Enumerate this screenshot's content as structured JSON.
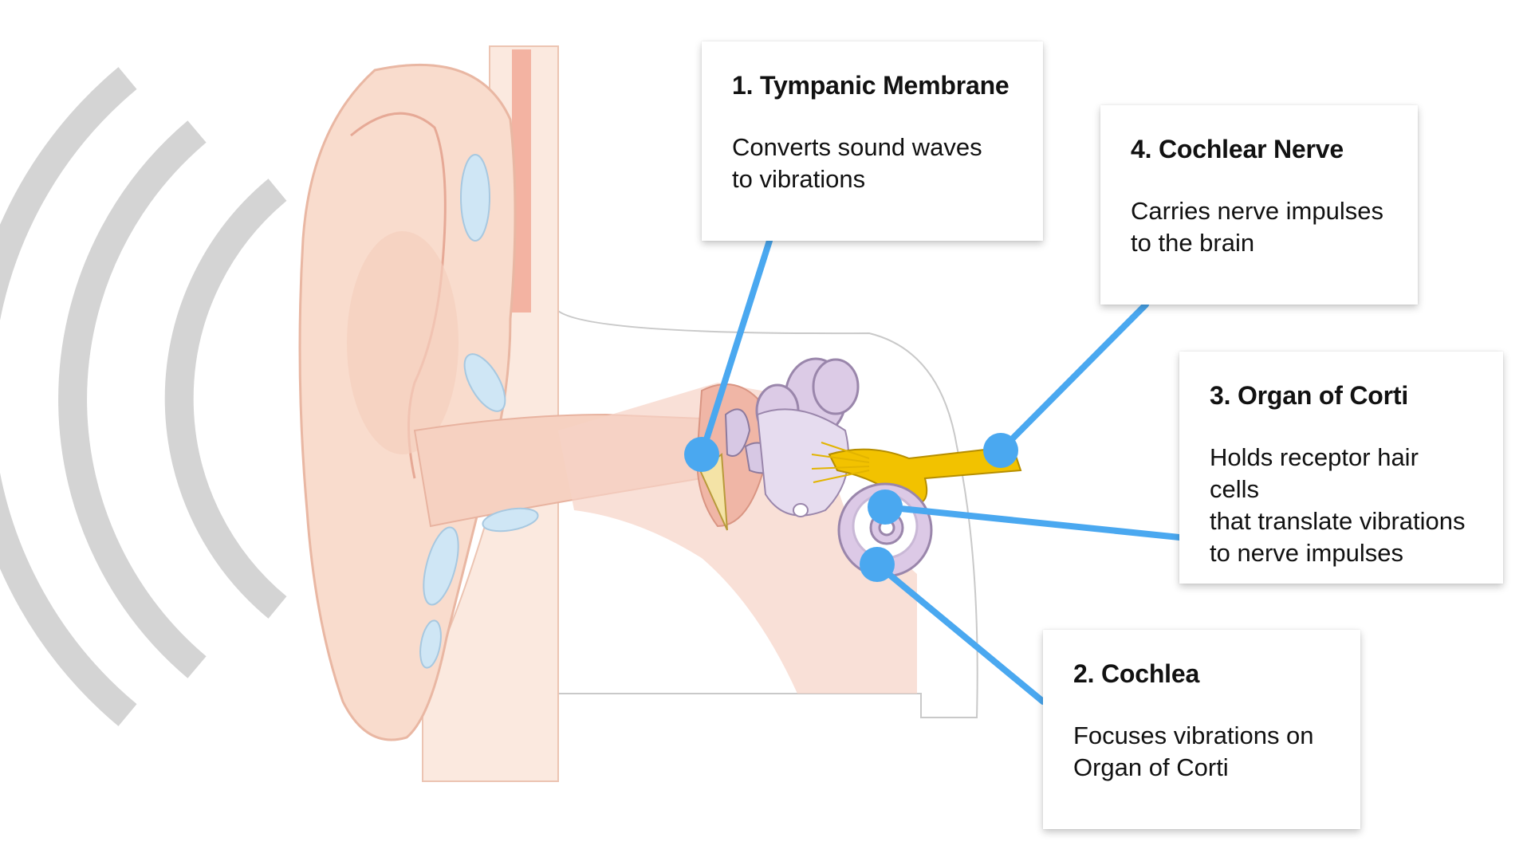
{
  "callouts": [
    {
      "number": "1",
      "title": "1. Tympanic Membrane",
      "description": "Converts sound waves\nto vibrations"
    },
    {
      "number": "2",
      "title": "2. Cochlea",
      "description": "Focuses vibrations on\nOrgan of Corti"
    },
    {
      "number": "3",
      "title": "3. Organ of Corti",
      "description": "Holds receptor hair cells\nthat translate vibrations\nto nerve impulses"
    },
    {
      "number": "4",
      "title": "4. Cochlear Nerve",
      "description": "Carries nerve impulses\nto the brain"
    }
  ],
  "colors": {
    "pointer_blue": "#4aa8f0",
    "sound_wave_gray": "#d4d4d4",
    "skin": "#f8dccd",
    "skin_dark": "#eab3a0",
    "cartilage_blue": "#cfe6f5",
    "cochlea_purple": "#d9c8e4",
    "nerve_yellow": "#f2c200"
  }
}
